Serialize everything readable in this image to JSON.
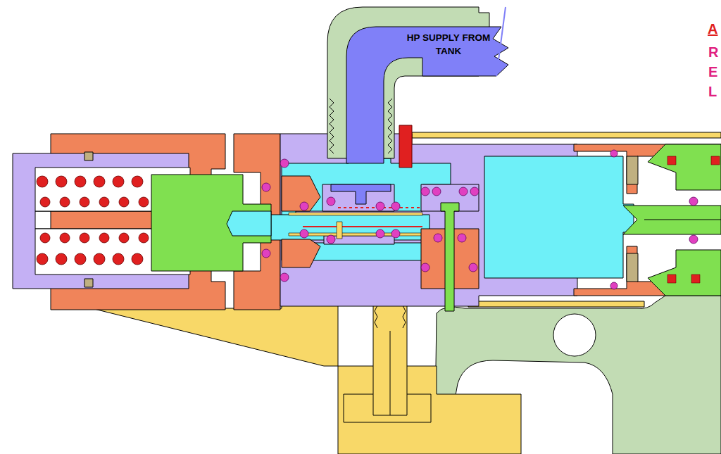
{
  "diagram": {
    "nodes": [
      {
        "text": [
          "HP SUPPLY FROM TANK"
        ]
      }
    ],
    "labels": [
      "A",
      "R",
      "E",
      "L"
    ]
  }
}
